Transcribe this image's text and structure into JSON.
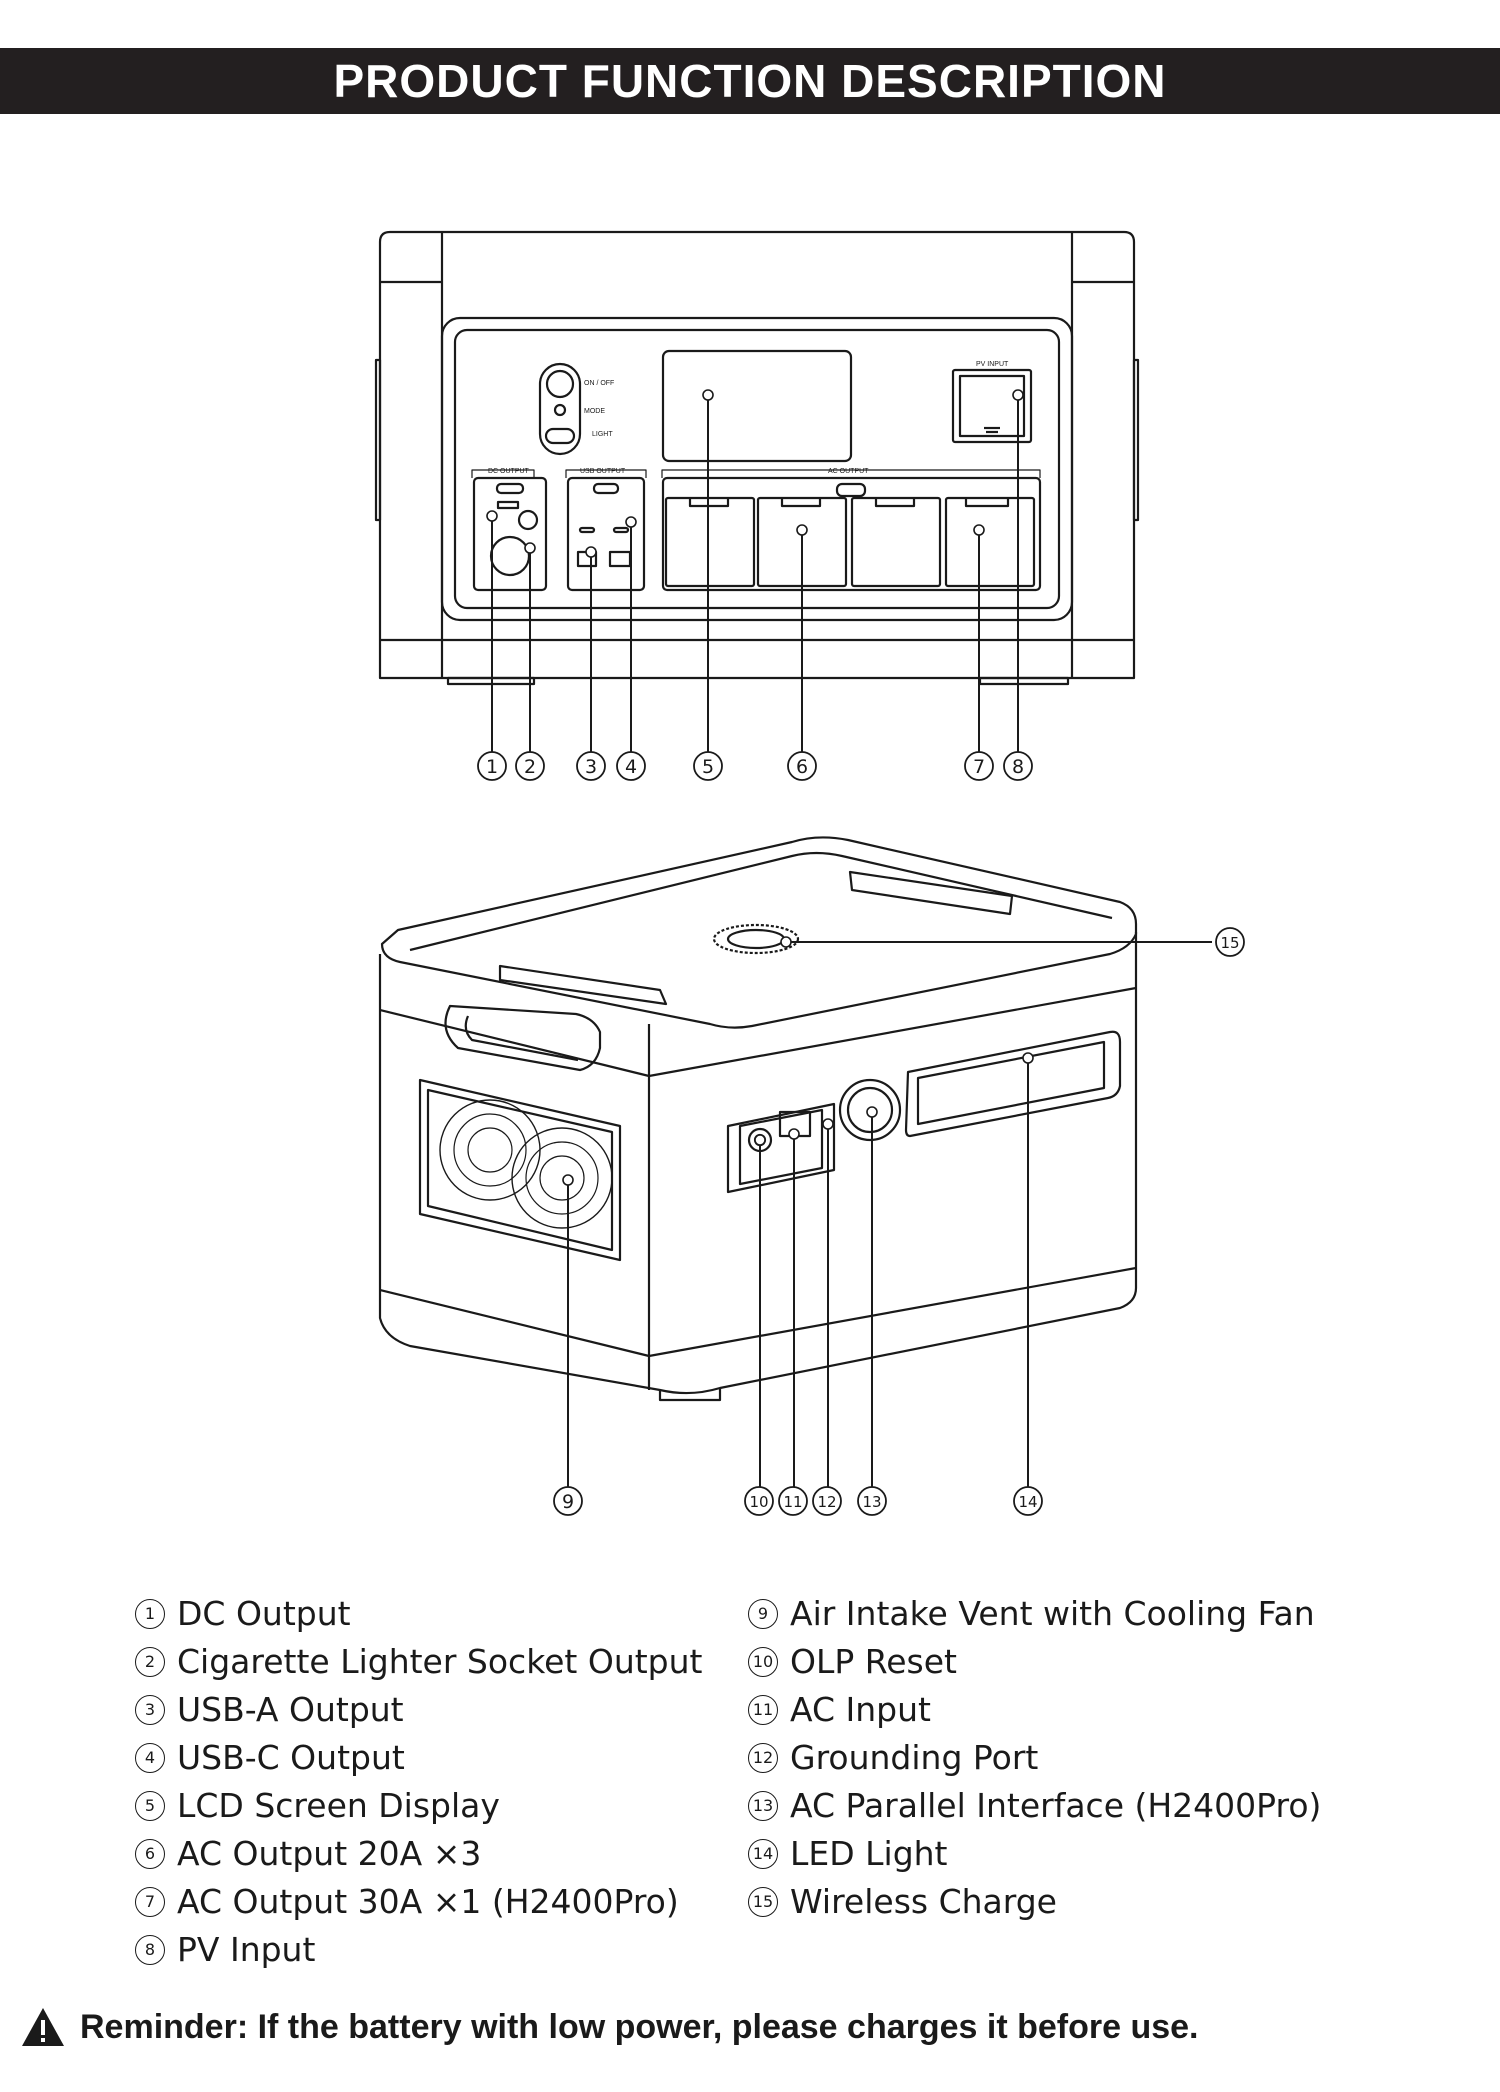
{
  "header": {
    "title": "PRODUCT FUNCTION DESCRIPTION"
  },
  "front_panel": {
    "on_off_label": "ON / OFF",
    "mode_label": "MODE",
    "light_label": "LIGHT",
    "dc_output_label": "DC OUTPUT",
    "usb_output_label": "USB OUTPUT",
    "ac_output_label": "AC OUTPUT",
    "pv_input_label": "PV INPUT"
  },
  "callouts": {
    "c1": "1",
    "c2": "2",
    "c3": "3",
    "c4": "4",
    "c5": "5",
    "c6": "6",
    "c7": "7",
    "c8": "8",
    "c9": "9",
    "c10": "10",
    "c11": "11",
    "c12": "12",
    "c13": "13",
    "c14": "14",
    "c15": "15"
  },
  "legend_left": [
    {
      "num": "1",
      "label": "DC Output"
    },
    {
      "num": "2",
      "label": "Cigarette Lighter Socket Output"
    },
    {
      "num": "3",
      "label": "USB-A Output"
    },
    {
      "num": "4",
      "label": "USB-C Output"
    },
    {
      "num": "5",
      "label": "LCD Screen Display"
    },
    {
      "num": "6",
      "label": "AC Output 20A ×3"
    },
    {
      "num": "7",
      "label": "AC Output 30A ×1 (H2400Pro)"
    },
    {
      "num": "8",
      "label": "PV Input"
    }
  ],
  "legend_right": [
    {
      "num": "9",
      "label": "Air Intake Vent with Cooling Fan"
    },
    {
      "num": "10",
      "label": "OLP Reset"
    },
    {
      "num": "11",
      "label": "AC Input"
    },
    {
      "num": "12",
      "label": "Grounding Port"
    },
    {
      "num": "13",
      "label": "AC Parallel Interface (H2400Pro)"
    },
    {
      "num": "14",
      "label": "LED Light"
    },
    {
      "num": "15",
      "label": "Wireless Charge"
    }
  ],
  "reminder": {
    "text": "Reminder: If the battery with low power, please charges it before use."
  },
  "colors": {
    "header_bg": "#231f20",
    "header_text": "#ffffff",
    "line": "#1a1a1a"
  },
  "icons": {
    "warning": "warning-triangle-icon"
  }
}
